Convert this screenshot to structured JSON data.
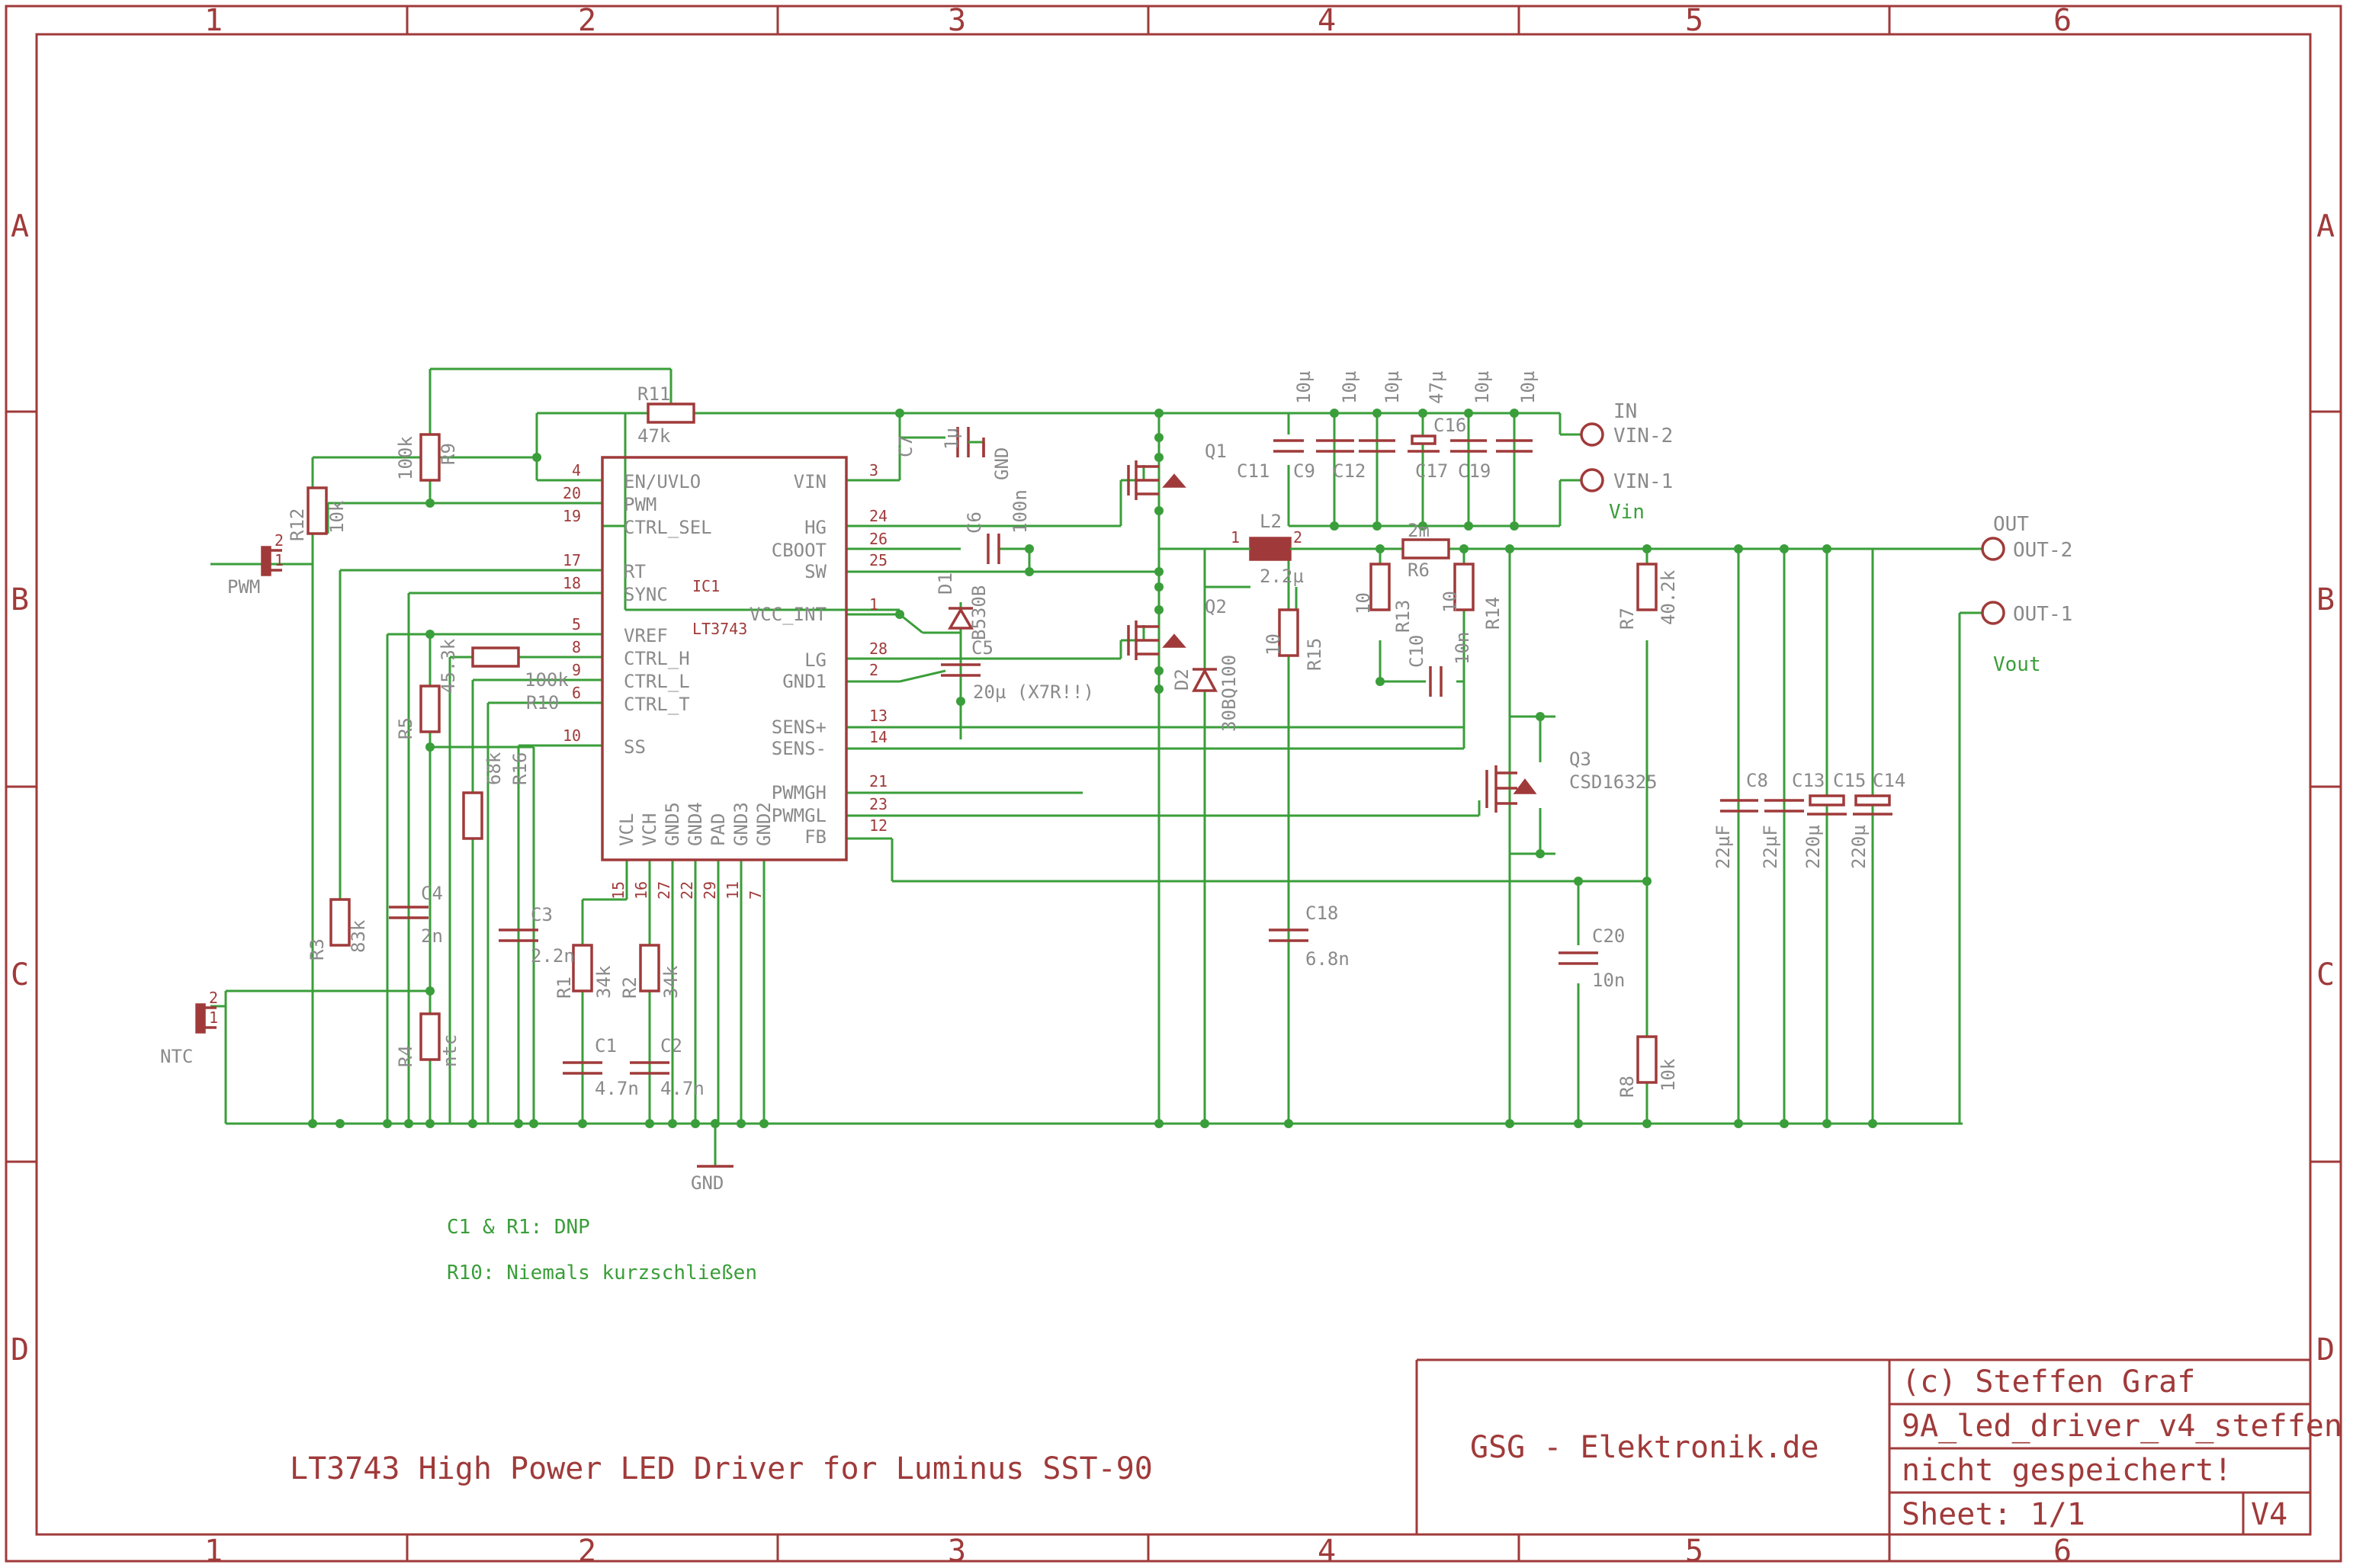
{
  "frame": {
    "columns": [
      "1",
      "2",
      "3",
      "4",
      "5",
      "6"
    ],
    "rows": [
      "A",
      "B",
      "C",
      "D"
    ]
  },
  "ic": {
    "name": "IC1",
    "part": "LT3743",
    "left_pins": [
      {
        "num": "4",
        "name": "EN/UVLO"
      },
      {
        "num": "20",
        "name": "PWM"
      },
      {
        "num": "19",
        "name": "CTRL_SEL"
      },
      {
        "num": "17",
        "name": "RT"
      },
      {
        "num": "18",
        "name": "SYNC"
      },
      {
        "num": "5",
        "name": "VREF"
      },
      {
        "num": "8",
        "name": "CTRL_H"
      },
      {
        "num": "9",
        "name": "CTRL_L"
      },
      {
        "num": "6",
        "name": "CTRL_T"
      },
      {
        "num": "10",
        "name": "SS"
      }
    ],
    "right_pins": [
      {
        "num": "3",
        "name": "VIN"
      },
      {
        "num": "24",
        "name": "HG"
      },
      {
        "num": "26",
        "name": "CBOOT"
      },
      {
        "num": "25",
        "name": "SW"
      },
      {
        "num": "1",
        "name": "VCC_INT"
      },
      {
        "num": "28",
        "name": "LG"
      },
      {
        "num": "2",
        "name": "GND1"
      },
      {
        "num": "13",
        "name": "SENS+"
      },
      {
        "num": "14",
        "name": "SENS-"
      },
      {
        "num": "21",
        "name": "PWMGH"
      },
      {
        "num": "23",
        "name": "PWMGL"
      },
      {
        "num": "12",
        "name": "FB"
      }
    ],
    "bottom_pins": [
      {
        "num": "15",
        "name": "VCL"
      },
      {
        "num": "16",
        "name": "VCH"
      },
      {
        "num": "27",
        "name": "GND5"
      },
      {
        "num": "22",
        "name": "GND4"
      },
      {
        "num": "29",
        "name": "PAD"
      },
      {
        "num": "11",
        "name": "GND3"
      },
      {
        "num": "7",
        "name": "GND2"
      }
    ]
  },
  "parts": {
    "r11": {
      "name": "R11",
      "value": "47k"
    },
    "r9": {
      "name": "R9",
      "value": "100k"
    },
    "r12": {
      "name": "R12",
      "value": "10k"
    },
    "r3": {
      "name": "R3",
      "value": "83k"
    },
    "r5": {
      "name": "R5",
      "value": "45.3k"
    },
    "r4": {
      "name": "R4",
      "value": "ntc"
    },
    "r16": {
      "name": "R16",
      "value": "68k"
    },
    "r10": {
      "name": "R10",
      "value": "100k"
    },
    "r1": {
      "name": "R1",
      "value": "34k"
    },
    "r2": {
      "name": "R2",
      "value": "34k"
    },
    "r15": {
      "name": "R15",
      "value": "10"
    },
    "r13": {
      "name": "R13",
      "value": "10"
    },
    "r6": {
      "name": "R6",
      "value": "2m"
    },
    "r14": {
      "name": "R14",
      "value": "10"
    },
    "r7": {
      "name": "R7",
      "value": "40.2k"
    },
    "r8": {
      "name": "R8",
      "value": "10k"
    },
    "c4": {
      "name": "C4",
      "value": "2n"
    },
    "c3": {
      "name": "C3",
      "value": "2.2n"
    },
    "c1": {
      "name": "C1",
      "value": "4.7n"
    },
    "c2": {
      "name": "C2",
      "value": "4.7n"
    },
    "c7": {
      "name": "C7",
      "value": "1µ"
    },
    "c6": {
      "name": "C6",
      "value": "100n"
    },
    "c5": {
      "name": "C5",
      "value": "20µ (X7R!!)"
    },
    "c18": {
      "name": "C18",
      "value": "6.8n"
    },
    "c10": {
      "name": "C10",
      "value": "10n"
    },
    "c20": {
      "name": "C20",
      "value": "10n"
    },
    "c8": {
      "name": "C8",
      "value": "22µF"
    },
    "c13": {
      "name": "C13",
      "value": "220µ"
    },
    "c15": {
      "name": "C15",
      "value": "220µ"
    },
    "c14": {
      "name": "C14",
      "value": ""
    },
    "c16": {
      "name": "C16",
      "value": "47µ"
    },
    "cin": {
      "c11": "C11",
      "c9": "C9",
      "c12": "C12",
      "c17": "C17",
      "c19": "C19",
      "v10": "10µ"
    },
    "c_left22": "22µF",
    "l2": {
      "name": "L2",
      "value": "2.2µ"
    },
    "d1": {
      "name": "D1",
      "value": "B530B"
    },
    "d2": {
      "name": "D2",
      "value": "30BQ100"
    },
    "q1": "Q1",
    "q2": "Q2",
    "q3": {
      "name": "Q3",
      "value": "CSD16325"
    },
    "pwm": "PWM",
    "ntc": "NTC",
    "gnd": "GND"
  },
  "connectors": {
    "in_header": "IN",
    "vin2": "VIN-2",
    "vin1": "VIN-1",
    "vin_label": "Vin",
    "out_header": "OUT",
    "out2": "OUT-2",
    "out1": "OUT-1",
    "vout_label": "Vout"
  },
  "notes": {
    "dnp": "C1 & R1: DNP",
    "r10": "R10: Niemals kurzschließen"
  },
  "title_block": {
    "title": "LT3743 High Power LED Driver for Luminus SST-90",
    "company": "GSG - Elektronik.de",
    "copyright": "(c) Steffen Graf",
    "filename": "9A_led_driver_v4_steffen",
    "save_state": "nicht gespeichert!",
    "sheet": "Sheet: 1/1",
    "version": "V4"
  },
  "colors": {
    "frame": "#a03a3a",
    "wire": "#3a9e3a",
    "label": "#8a8a8a"
  }
}
